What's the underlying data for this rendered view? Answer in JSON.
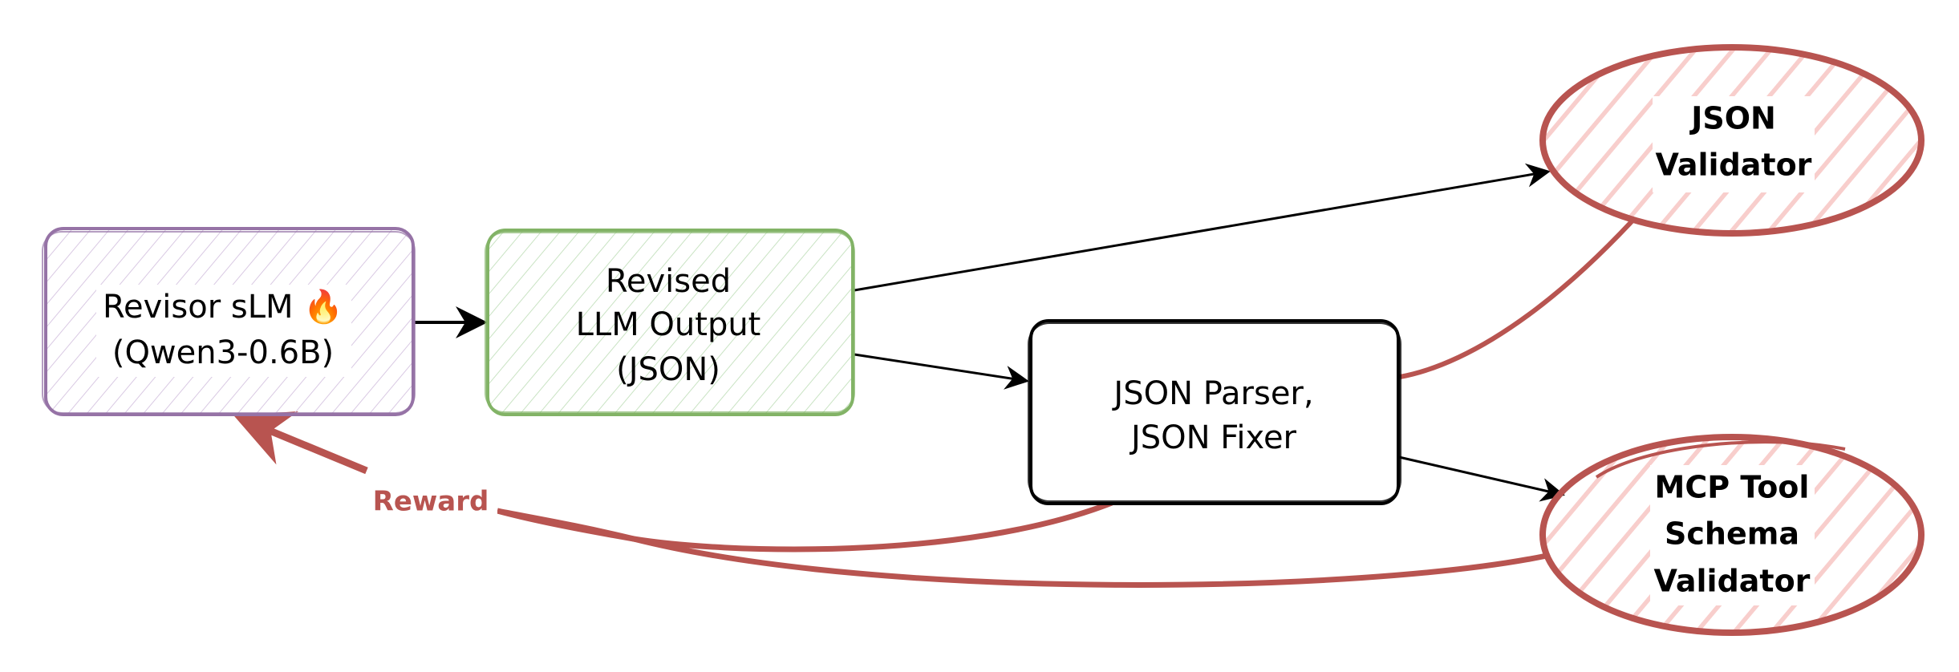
{
  "diagram": {
    "nodes": [
      {
        "id": "revisor",
        "shape": "rounded-rect",
        "lines": [
          "Revisor sLM 🔥",
          "(Qwen3-0.6B)"
        ],
        "stroke": "#9673a6",
        "fill": "#e1d5e7",
        "hatch": "fine"
      },
      {
        "id": "revised_output",
        "shape": "rounded-rect",
        "lines": [
          "Revised",
          "LLM Output",
          "(JSON)"
        ],
        "stroke": "#82b366",
        "fill": "#d5e8d4",
        "hatch": "fine"
      },
      {
        "id": "parser",
        "shape": "rounded-rect",
        "lines": [
          "JSON Parser,",
          "JSON Fixer"
        ],
        "stroke": "#000000",
        "fill": "#ffffff",
        "hatch": "none"
      },
      {
        "id": "json_validator",
        "shape": "ellipse",
        "lines": [
          "JSON",
          "Validator"
        ],
        "stroke": "#b85450",
        "fill": "#f8cecc",
        "hatch": "wide",
        "bold": true
      },
      {
        "id": "mcp_validator",
        "shape": "ellipse",
        "lines": [
          "MCP Tool",
          "Schema",
          "Validator"
        ],
        "stroke": "#b85450",
        "fill": "#f8cecc",
        "hatch": "wide",
        "bold": true
      }
    ],
    "edges": [
      {
        "from": "revisor",
        "to": "revised_output",
        "color": "#000000"
      },
      {
        "from": "revised_output",
        "to": "json_validator",
        "color": "#000000"
      },
      {
        "from": "revised_output",
        "to": "parser",
        "color": "#000000"
      },
      {
        "from": "parser",
        "to": "mcp_validator",
        "color": "#000000"
      },
      {
        "from": "json_validator",
        "to": "revisor",
        "color": "#b85450",
        "label": "Reward"
      },
      {
        "from": "mcp_validator",
        "to": "revisor",
        "color": "#b85450"
      }
    ],
    "reward_label": "Reward",
    "colors": {
      "reward": "#b85450",
      "arrow": "#000000"
    }
  }
}
